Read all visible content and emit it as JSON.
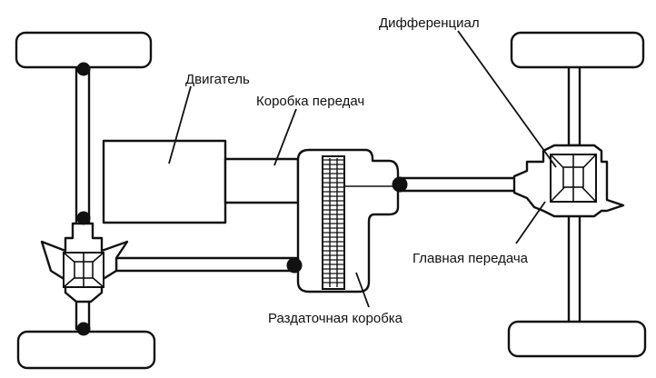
{
  "labels": {
    "engine": "Двигатель",
    "gearbox": "Коробка передач",
    "differential": "Дифференциал",
    "final_drive": "Главная передача",
    "transfer_case": "Раздаточная коробка"
  }
}
